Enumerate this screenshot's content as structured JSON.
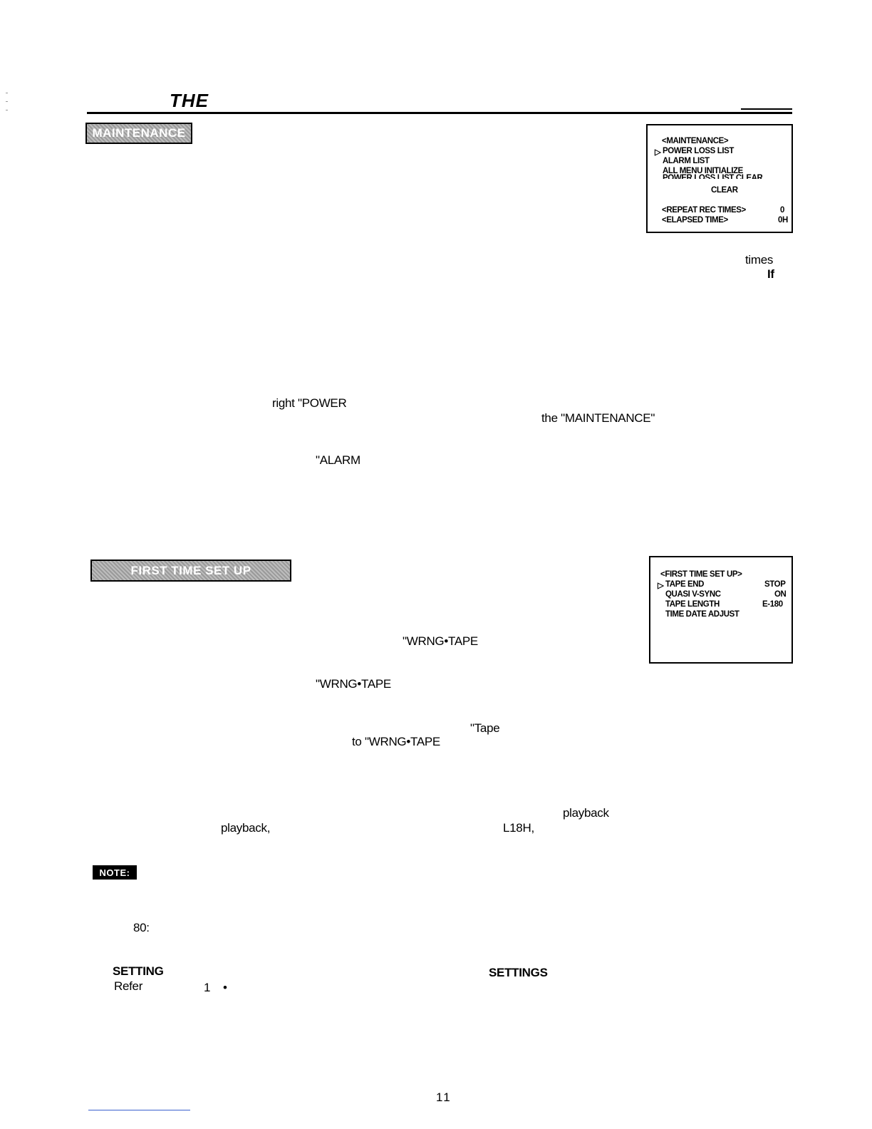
{
  "heading": "THE",
  "badges": {
    "maintenance": "MAINTENANCE",
    "first_time_set_up": "FIRST TIME SET UP",
    "note": "NOTE:"
  },
  "maintenance_menu": {
    "title": "<MAINTENANCE>",
    "cursor": "▷",
    "items": [
      "POWER LOSS LIST",
      "ALARM LIST",
      "ALL MENU INITIALIZE",
      "POWER LOSS LIST CLEAR",
      "CLEAR"
    ],
    "repeat_label": "<REPEAT REC TIMES>",
    "repeat_value": "0",
    "elapsed_label": "<ELAPSED TIME>",
    "elapsed_value": "0H"
  },
  "first_menu": {
    "title": "<FIRST TIME SET UP>",
    "cursor": "▷",
    "rows": [
      {
        "label": "TAPE END",
        "value": "STOP"
      },
      {
        "label": "QUASI V-SYNC",
        "value": "ON"
      },
      {
        "label": "TAPE LENGTH",
        "value": "E-180"
      },
      {
        "label": "TIME DATE ADJUST",
        "value": ""
      }
    ]
  },
  "fragments": {
    "times": "times",
    "if": "If",
    "right_power": "right \"POWER",
    "the_maintenance": "the \"MAINTENANCE\"",
    "alarm": "\"ALARM",
    "wrng_tape_1": "\"WRNG•TAPE",
    "wrng_tape_2": "\"WRNG•TAPE",
    "tape": "\"Tape",
    "to_wrng_tape": "to \"WRNG•TAPE",
    "playback_1": "playback",
    "playback_2": "playback,",
    "l18h": "L18H,",
    "eighty": "80:",
    "setting": "SETTING",
    "settings": "SETTINGS",
    "refer": "Refer",
    "one": "1",
    "bullet": "•"
  },
  "page_number": "11"
}
